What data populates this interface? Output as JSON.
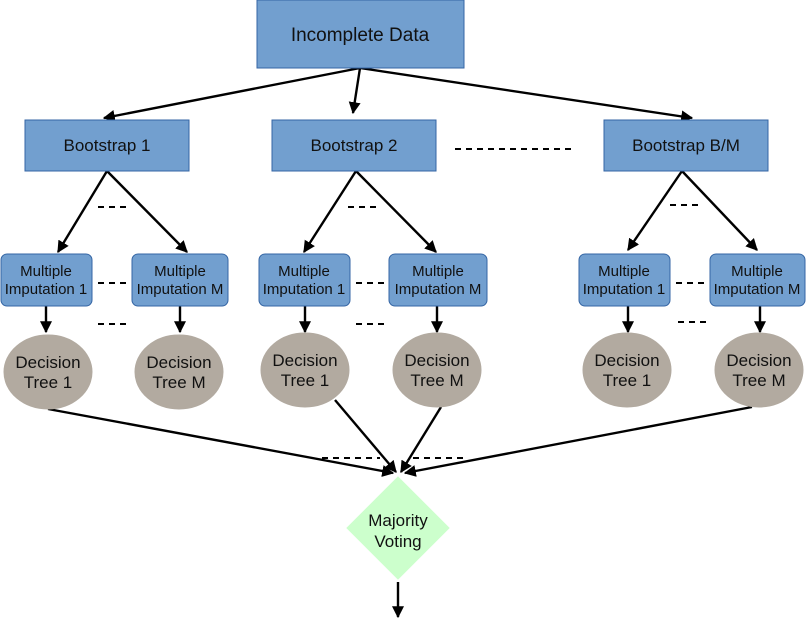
{
  "root": {
    "label": "Incomplete Data"
  },
  "bootstraps": [
    {
      "label": "Bootstrap 1"
    },
    {
      "label": "Bootstrap 2"
    },
    {
      "label": "Bootstrap B/M"
    }
  ],
  "imputations": {
    "first": [
      "Multiple",
      "Imputation 1"
    ],
    "last": [
      "Multiple",
      "Imputation M"
    ]
  },
  "trees": {
    "first": [
      "Decision",
      "Tree 1"
    ],
    "last": [
      "Decision",
      "Tree M"
    ]
  },
  "voting": {
    "label": [
      "Majority",
      "Voting"
    ]
  },
  "colors": {
    "box_fill": "#729fcf",
    "box_stroke": "#3465a4",
    "tree_fill": "#b2aaa0",
    "vote_fill": "#ccffcc"
  }
}
